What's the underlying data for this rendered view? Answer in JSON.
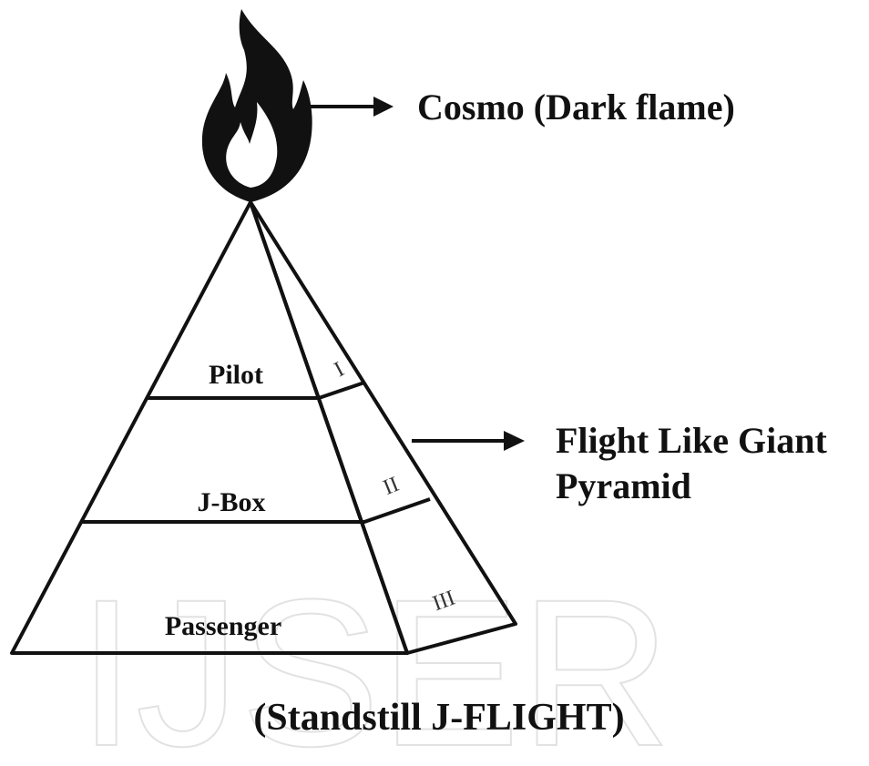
{
  "watermark": "IJSER",
  "flame": {
    "icon": "dark-flame-icon",
    "label": "Cosmo (Dark flame)"
  },
  "pyramid": {
    "label_line1": "Flight Like Giant",
    "label_line2": "Pyramid",
    "levels": [
      {
        "name": "Pilot",
        "numeral": "I"
      },
      {
        "name": "J-Box",
        "numeral": "II"
      },
      {
        "name": "Passenger",
        "numeral": "III"
      }
    ]
  },
  "caption": "(Standstill J-FLIGHT)",
  "colors": {
    "ink": "#111111",
    "watermark": "#e2e2e2",
    "background": "#ffffff"
  }
}
